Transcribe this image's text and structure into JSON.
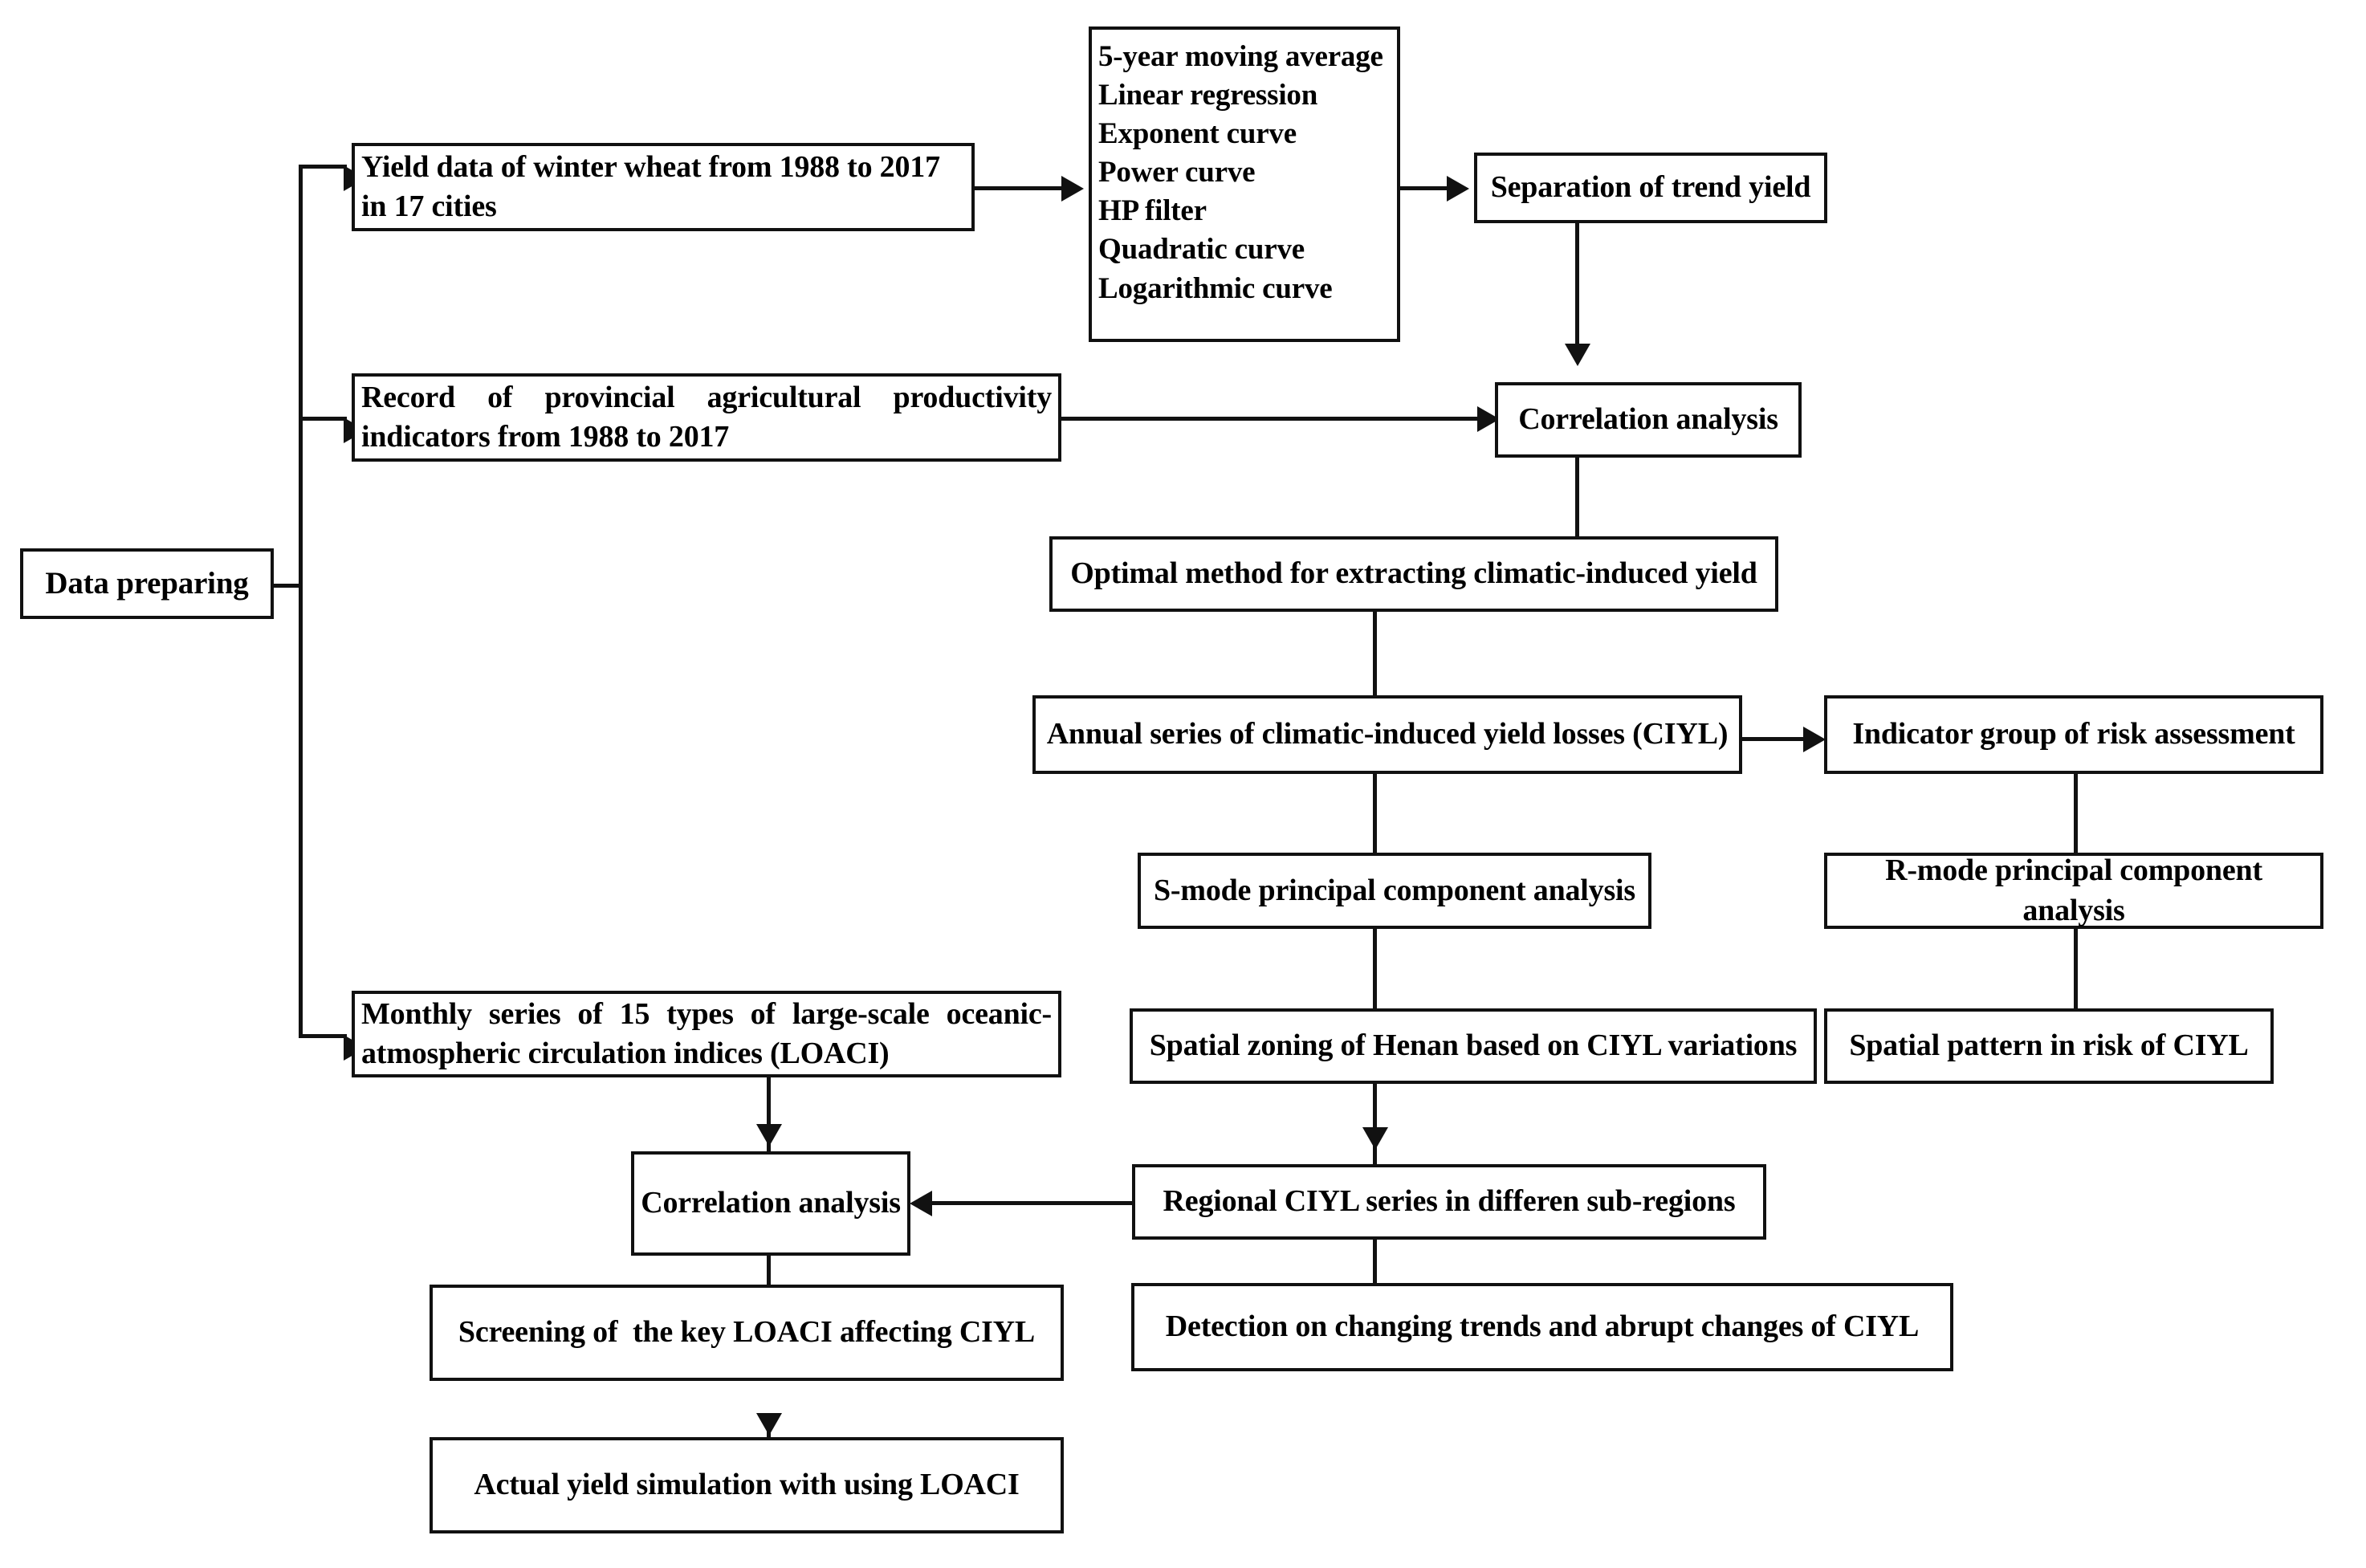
{
  "diagram": {
    "title": "Technical flowchart of winter wheat climatic-induced yield loss study",
    "colors": {
      "line": "#111111",
      "box_border": "#111111",
      "box_fill": "#ffffff",
      "text": "#000000"
    },
    "nodes": {
      "data_preparing": "Data preparing",
      "yield_data": "Yield data of winter wheat from 1988 to 2017 in 17 cities",
      "methods_list": "5-year moving average\nLinear regression\nExponent curve\nPower curve\nHP filter\nQuadratic curve\nLogarithmic curve",
      "separation_trend_yield": "Separation of trend yield",
      "record_indicators": "Record of provincial agricultural productivity indicators from 1988 to 2017",
      "correlation_analysis_top": "Correlation analysis",
      "optimal_method": "Optimal method for extracting climatic-induced yield",
      "annual_series_ciyl": "Annual series of climatic-induced yield losses (CIYL)",
      "indicator_group": "Indicator group of risk assessment",
      "s_mode_pca": "S-mode principal component analysis",
      "r_mode_pca": "R-mode principal component analysis",
      "spatial_zoning": "Spatial zoning of Henan based on CIYL variations",
      "spatial_pattern_risk": "Spatial pattern in risk of CIYL",
      "loaci_series": "Monthly series of 15 types of large-scale oceanic-atmospheric circulation indices (LOACI)",
      "regional_ciyl_series": "Regional CIYL series in differen sub-regions",
      "correlation_analysis_bottom": "Correlation analysis",
      "detection_trends": "Detection on changing trends and abrupt changes of CIYL",
      "screening_loaci": "Screening of  the key LOACI affecting CIYL",
      "actual_yield_simulation": "Actual yield simulation with using LOACI"
    },
    "methods_items": [
      "5-year moving average",
      "Linear regression",
      "Exponent curve",
      "Power curve",
      "HP filter",
      "Quadratic curve",
      "Logarithmic curve"
    ],
    "edges": [
      {
        "from": "data_preparing",
        "to": "yield_data",
        "style": "elbow-right"
      },
      {
        "from": "data_preparing",
        "to": "record_indicators",
        "style": "elbow-right"
      },
      {
        "from": "data_preparing",
        "to": "loaci_series",
        "style": "elbow-right"
      },
      {
        "from": "yield_data",
        "to": "methods_list",
        "style": "straight-right"
      },
      {
        "from": "methods_list",
        "to": "separation_trend_yield",
        "style": "straight-right"
      },
      {
        "from": "separation_trend_yield",
        "to": "correlation_analysis_top",
        "style": "straight-down"
      },
      {
        "from": "record_indicators",
        "to": "correlation_analysis_top",
        "style": "straight-right"
      },
      {
        "from": "correlation_analysis_top",
        "to": "optimal_method",
        "style": "straight-down"
      },
      {
        "from": "optimal_method",
        "to": "annual_series_ciyl",
        "style": "straight-down"
      },
      {
        "from": "annual_series_ciyl",
        "to": "indicator_group",
        "style": "straight-right"
      },
      {
        "from": "annual_series_ciyl",
        "to": "s_mode_pca",
        "style": "straight-down"
      },
      {
        "from": "indicator_group",
        "to": "r_mode_pca",
        "style": "straight-down"
      },
      {
        "from": "s_mode_pca",
        "to": "spatial_zoning",
        "style": "straight-down"
      },
      {
        "from": "r_mode_pca",
        "to": "spatial_pattern_risk",
        "style": "straight-down"
      },
      {
        "from": "spatial_zoning",
        "to": "regional_ciyl_series",
        "style": "straight-down"
      },
      {
        "from": "regional_ciyl_series",
        "to": "correlation_analysis_bottom",
        "style": "straight-left"
      },
      {
        "from": "regional_ciyl_series",
        "to": "detection_trends",
        "style": "straight-down"
      },
      {
        "from": "loaci_series",
        "to": "correlation_analysis_bottom",
        "style": "straight-down"
      },
      {
        "from": "correlation_analysis_bottom",
        "to": "screening_loaci",
        "style": "straight-down"
      },
      {
        "from": "screening_loaci",
        "to": "actual_yield_simulation",
        "style": "straight-down"
      }
    ]
  }
}
